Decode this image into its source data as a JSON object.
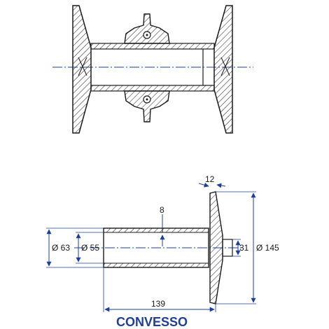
{
  "colors": {
    "outline": "#1a1a1a",
    "dimension": "#1f3f99",
    "centerline": "#1f3f99",
    "caption": "#1f3f99"
  },
  "top_view": {
    "elements": [
      "left-flange",
      "right-flange",
      "tube",
      "bearing-housing-top",
      "bearing-housing-bottom",
      "centerline"
    ]
  },
  "bottom_view": {
    "dimensions": {
      "wall_thickness": "8",
      "flange_thickness": "12",
      "outer_diameter_tube": "Ø 63",
      "inner_diameter_tube": "Ø 55",
      "hub_diameter": "31",
      "flange_diameter": "Ø 145",
      "length": "139"
    }
  },
  "caption": "CONVESSO"
}
